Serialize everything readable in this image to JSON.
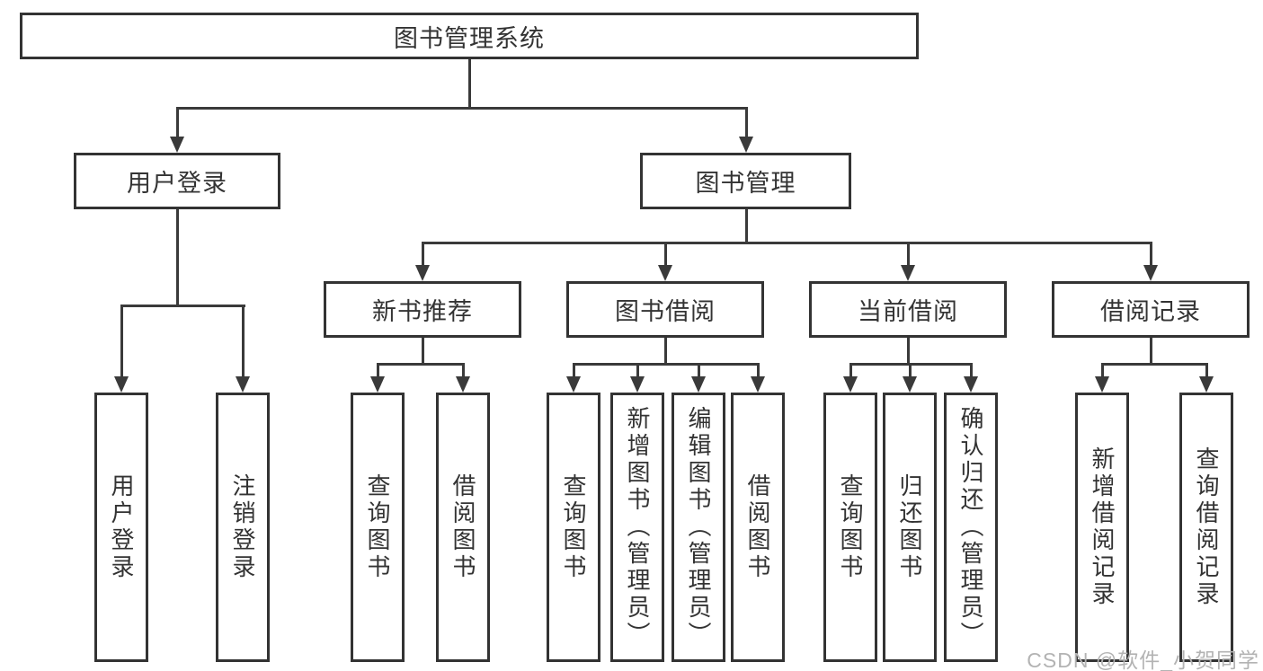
{
  "tree": {
    "root": {
      "label": "图书管理系统"
    },
    "level2": [
      {
        "label": "用户登录"
      },
      {
        "label": "图书管理"
      }
    ],
    "level3": [
      {
        "label": "新书推荐"
      },
      {
        "label": "图书借阅"
      },
      {
        "label": "当前借阅"
      },
      {
        "label": "借阅记录"
      }
    ],
    "leaves": {
      "user": [
        "用户登录",
        "注销登录"
      ],
      "recommend": [
        "查询图书",
        "借阅图书"
      ],
      "borrow": [
        "查询图书",
        "新增图书（管理员）",
        "编辑图书（管理员）",
        "借阅图书"
      ],
      "current": [
        "查询图书",
        "归还图书",
        "确认归还（管理员）"
      ],
      "records": [
        "新增借阅记录",
        "查询借阅记录"
      ]
    }
  },
  "watermark": {
    "text": "CSDN @软件_小贺同学"
  },
  "colors": {
    "line": "#3a3a3a",
    "border": "#333333",
    "text": "#333333",
    "watermark": "#b3b3b3",
    "background": "#ffffff"
  }
}
